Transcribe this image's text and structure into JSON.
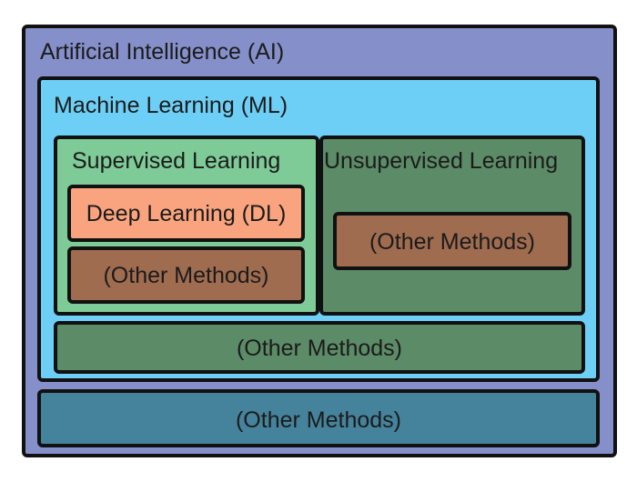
{
  "diagram": {
    "ai": {
      "label": "Artificial Intelligence (AI)",
      "color": "#8590CB"
    },
    "ml": {
      "label": "Machine Learning (ML)",
      "color": "#6ECFF6"
    },
    "supervised": {
      "label": "Supervised Learning",
      "color": "#7FCB98"
    },
    "deep_learning": {
      "label": "Deep Learning (DL)",
      "color": "#F9A47E"
    },
    "supervised_other": {
      "label": "(Other Methods)",
      "color": "#A06C50"
    },
    "unsupervised": {
      "label": "Unsupervised Learning",
      "color": "#5C8B67"
    },
    "unsupervised_other": {
      "label": "(Other Methods)",
      "color": "#A06C50"
    },
    "ml_other": {
      "label": "(Other Methods)",
      "color": "#5C8B67"
    },
    "ai_other": {
      "label": "(Other Methods)",
      "color": "#45839C"
    }
  }
}
